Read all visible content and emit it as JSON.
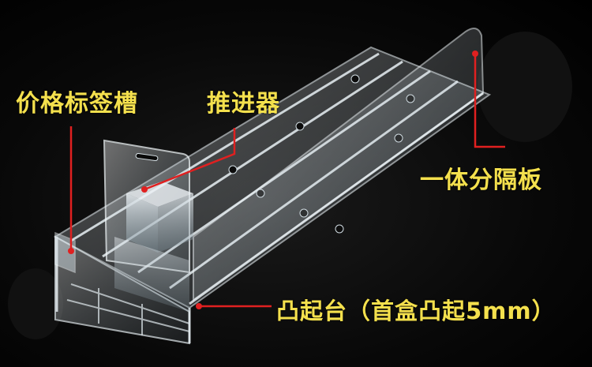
{
  "labels": {
    "price_tag_slot": "价格标签槽",
    "pusher": "推进器",
    "divider": "一体分隔板",
    "raised_base": "凸起台（首盒凸起5mm）"
  },
  "colors": {
    "label_text": "#f4e04d",
    "leader_line": "#e02020",
    "background": "#000000",
    "acrylic": "#d8e4ea"
  }
}
